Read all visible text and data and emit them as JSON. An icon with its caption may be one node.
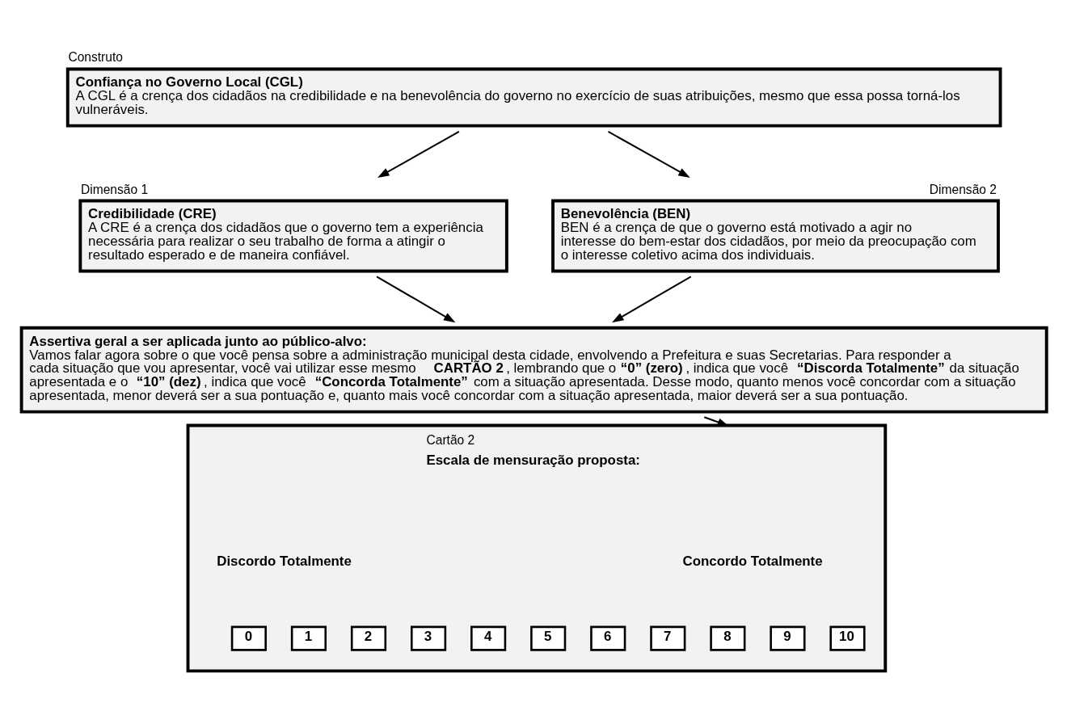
{
  "diagram": {
    "nodes": [
      {
        "text": [
          "Confiança no Governo Local (CGL)",
          "A CGL é a crença dos cidadãos na credibilidade e na benevolência do governo no exercício de suas atribuições, mesmo que essa possa torná-los vulneráveis."
        ],
        "beside": [
          "Construto"
        ]
      },
      {
        "text": [
          "Credibilidade (CRE)",
          "A CRE é a crença dos cidadãos que o governo tem a experiência necessária para realizar o seu trabalho de forma a atingir o resultado esperado e de maneira confiável."
        ],
        "beside": [
          "Dimensão 1"
        ]
      },
      {
        "text": [
          "Benevolência (BEN)",
          "BEN é a crença de que o governo está motivado a agir no interesse do bem-estar dos cidadãos, por meio da preocupação com o interesse coletivo acima dos individuais."
        ],
        "beside": [
          "Dimensão 2"
        ]
      },
      {
        "text": [
          "Assertiva geral a ser aplicada junto ao público-alvo:",
          "Vamos falar agora sobre o que você pensa sobre a administração municipal desta cidade, envolvendo a Prefeitura e suas Secretarias. Para responder a cada situação que vou apresentar, você vai utilizar esse mesmo **CARTÃO 2**, lembrando que o**“0” (zero)**, indica que você **“Discorda Totalmente”** da situação apresentada e o **“10” (dez)**, indica que você **“Concorda Totalmente”** com a situação apresentada. Desse modo, quanto menos você concordar com a situação apresentada, menor deverá ser a sua pontuação e, quanto mais você concordar com a situação apresentada, maior deverá ser a sua pontuação."
        ]
      },
      {
        "text": [
          "Escala de mensuração proposta:"
        ],
        "beside": [
          "Cartão 2"
        ]
      },
      {
        "text": [
          "0"
        ],
        "in": 4
      },
      {
        "text": [
          "1"
        ],
        "in": 4
      },
      {
        "text": [
          "2"
        ],
        "in": 4
      },
      {
        "text": [
          "3"
        ],
        "in": 4
      },
      {
        "text": [
          "4"
        ],
        "in": 4
      },
      {
        "text": [
          "5"
        ],
        "in": 4
      },
      {
        "text": [
          "6"
        ],
        "in": 4
      },
      {
        "text": [
          "7"
        ],
        "in": 4
      },
      {
        "text": [
          "8"
        ],
        "in": 4
      },
      {
        "text": [
          "9"
        ],
        "in": 4
      },
      {
        "text": [
          "10"
        ],
        "in": 4
      }
    ],
    "edges": [
      {
        "from": 0,
        "to": 1,
        "arrow": "to"
      },
      {
        "from": 0,
        "to": 2,
        "arrow": "to"
      },
      {
        "from": 1,
        "to": 3,
        "arrow": "to"
      },
      {
        "from": 2,
        "to": 3,
        "arrow": "to"
      },
      {
        "from": 3,
        "to": 4,
        "arrow": "to"
      }
    ],
    "labels": [
      "Discordo Totalmente",
      "Concordo Totalmente"
    ]
  }
}
